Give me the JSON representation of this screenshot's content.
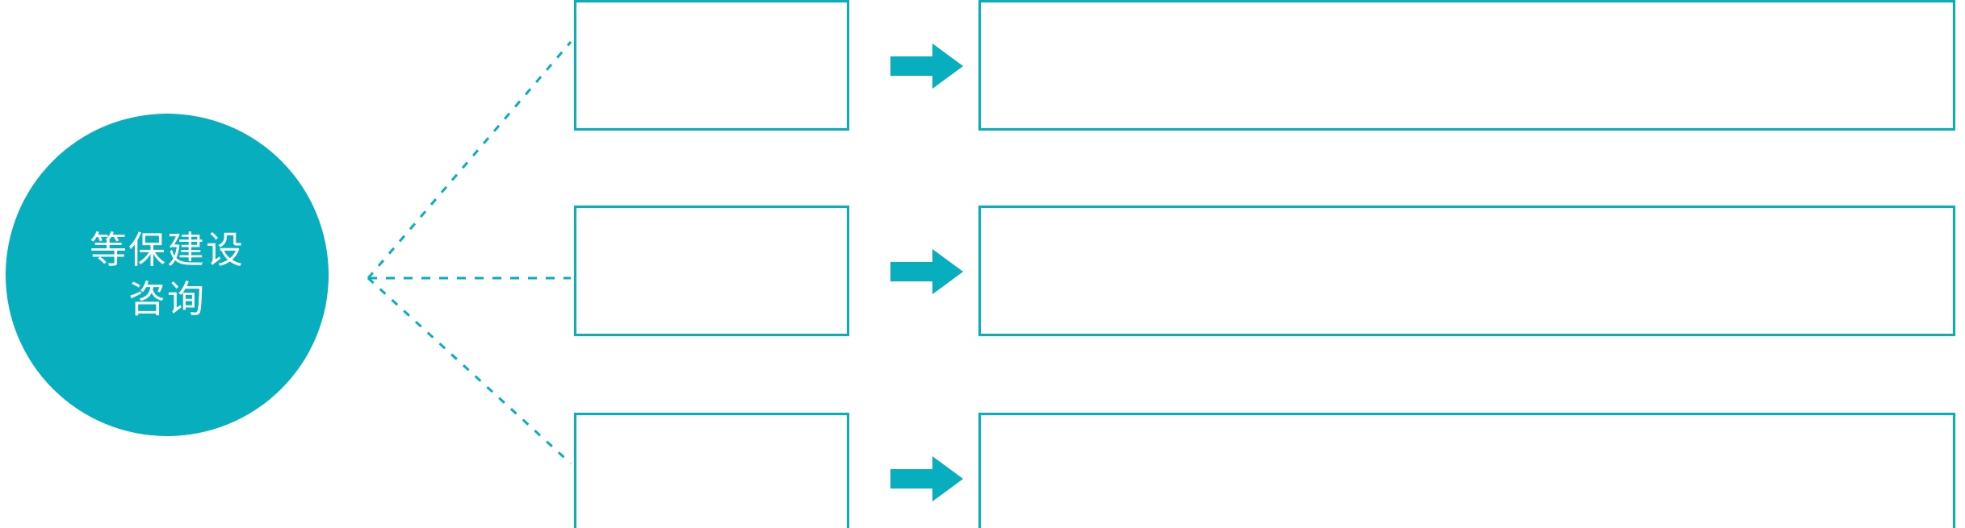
{
  "diagram": {
    "title": "等保建设咨询",
    "type": "hub-and-spoke-flow",
    "accent_color": "#07AEBD",
    "background_color": "#FFFFFF",
    "text_on_accent_color": "#FFFFFF"
  },
  "hub": {
    "name": "等保建设咨询",
    "lines": [
      "等保建设",
      "咨询"
    ],
    "shape": "circle",
    "fill": "#07AEBD",
    "text_color": "#FFFFFF"
  },
  "connectors": {
    "style": "dotted",
    "color": "#07AEBD",
    "count": 3,
    "origin_label": "等保建设咨询"
  },
  "arrow_icon": {
    "name": "right-arrow-icon",
    "color": "#07AEBD",
    "glyph": "→"
  },
  "rows": [
    {
      "index": 1,
      "stage_label": "",
      "detail_label": ""
    },
    {
      "index": 2,
      "stage_label": "",
      "detail_label": ""
    },
    {
      "index": 3,
      "stage_label": "",
      "detail_label": ""
    }
  ]
}
